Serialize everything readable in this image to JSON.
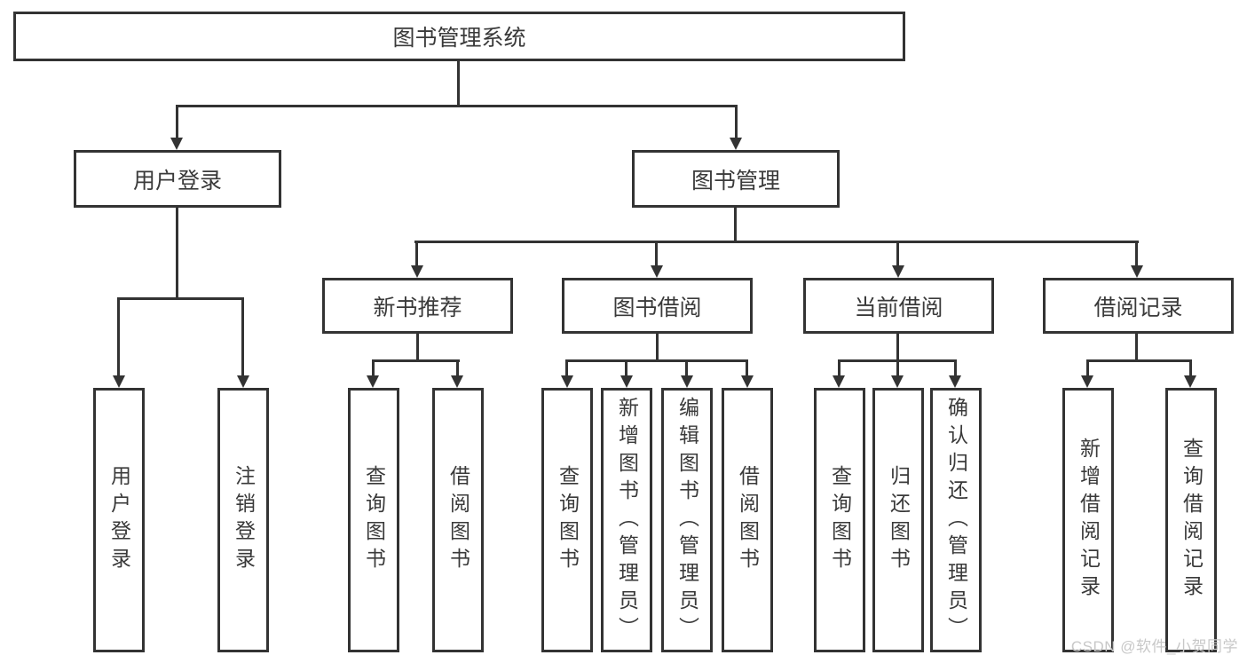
{
  "diagram": {
    "root": "图书管理系统",
    "branches": [
      {
        "label": "用户登录",
        "children": [
          "用户登录",
          "注销登录"
        ]
      },
      {
        "label": "图书管理",
        "sections": [
          {
            "label": "新书推荐",
            "children": [
              "查询图书",
              "借阅图书"
            ]
          },
          {
            "label": "图书借阅",
            "children": [
              "查询图书",
              "新增图书（管理员）",
              "编辑图书（管理员）",
              "借阅图书"
            ]
          },
          {
            "label": "当前借阅",
            "children": [
              "查询图书",
              "归还图书",
              "确认归还（管理员）"
            ]
          },
          {
            "label": "借阅记录",
            "children": [
              "新增借阅记录",
              "查询借阅记录"
            ]
          }
        ]
      }
    ]
  },
  "watermark": {
    "text": "CSDN @软件_小贺同学"
  },
  "colors": {
    "line": "#333333",
    "text": "#3a3a3a",
    "watermark": "#c8c8c8",
    "background": "#ffffff"
  }
}
